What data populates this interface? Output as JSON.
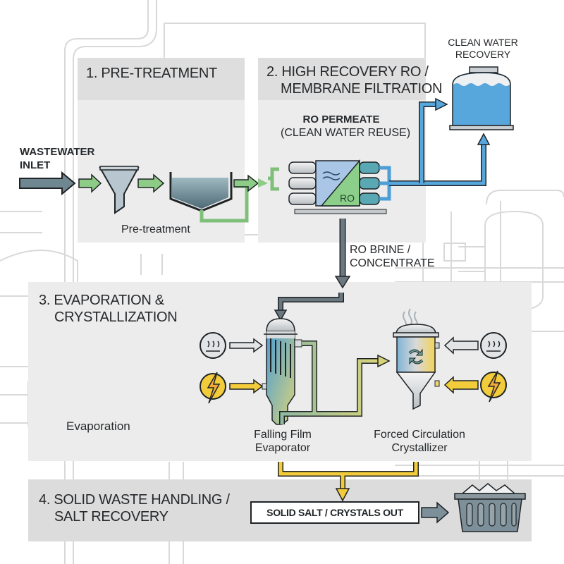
{
  "diagram": {
    "inlet_label_line1": "WASTEWATER",
    "inlet_label_line2": "INLET",
    "colors": {
      "wastewater": "#5f7782",
      "pretreated_flow": "#7fbf7a",
      "permeate": "#4d9ed6",
      "brine": "#5f6b72",
      "energy": "#f2cc3a",
      "panel": "#ececec",
      "panel_header": "#dedede"
    },
    "sections": [
      {
        "id": "pretreatment",
        "title_line1": "1. PRE-TREATMENT",
        "title_line2": "",
        "caption": "Pre-treatment"
      },
      {
        "id": "ro",
        "title_line1": "2. HIGH RECOVERY RO /",
        "title_line2": "MEMBRANE FILTRATION",
        "permeate_line1": "RO PERMEATE",
        "permeate_line2": "(CLEAN WATER REUSE)",
        "module_label": "RO",
        "brine_line1": "RO BRINE /",
        "brine_line2": "CONCENTRATE"
      },
      {
        "id": "evaporation",
        "title_line1": "3. EVAPORATION &",
        "title_line2": "CRYSTALLIZATION",
        "caption": "Evaporation",
        "evaporator_line1": "Falling Film",
        "evaporator_line2": "Evaporator",
        "crystallizer_line1": "Forced Circulation",
        "crystallizer_line2": "Crystallizer"
      },
      {
        "id": "solids",
        "title_line1": "4. SOLID WASTE HANDLING /",
        "title_line2": "SALT RECOVERY",
        "output_label": "SOLID SALT / CRYSTALS OUT"
      }
    ],
    "clean_water": {
      "line1": "CLEAN WATER",
      "line2": "RECOVERY"
    },
    "icons": [
      "wastewater-inlet-arrow",
      "funnel-screen-icon",
      "clarifier-tank-icon",
      "ro-membrane-skid-icon",
      "clean-water-tank-icon",
      "steam-heat-icon",
      "electric-power-icon",
      "falling-film-evaporator-icon",
      "forced-circulation-crystallizer-icon",
      "salt-bin-icon"
    ]
  }
}
